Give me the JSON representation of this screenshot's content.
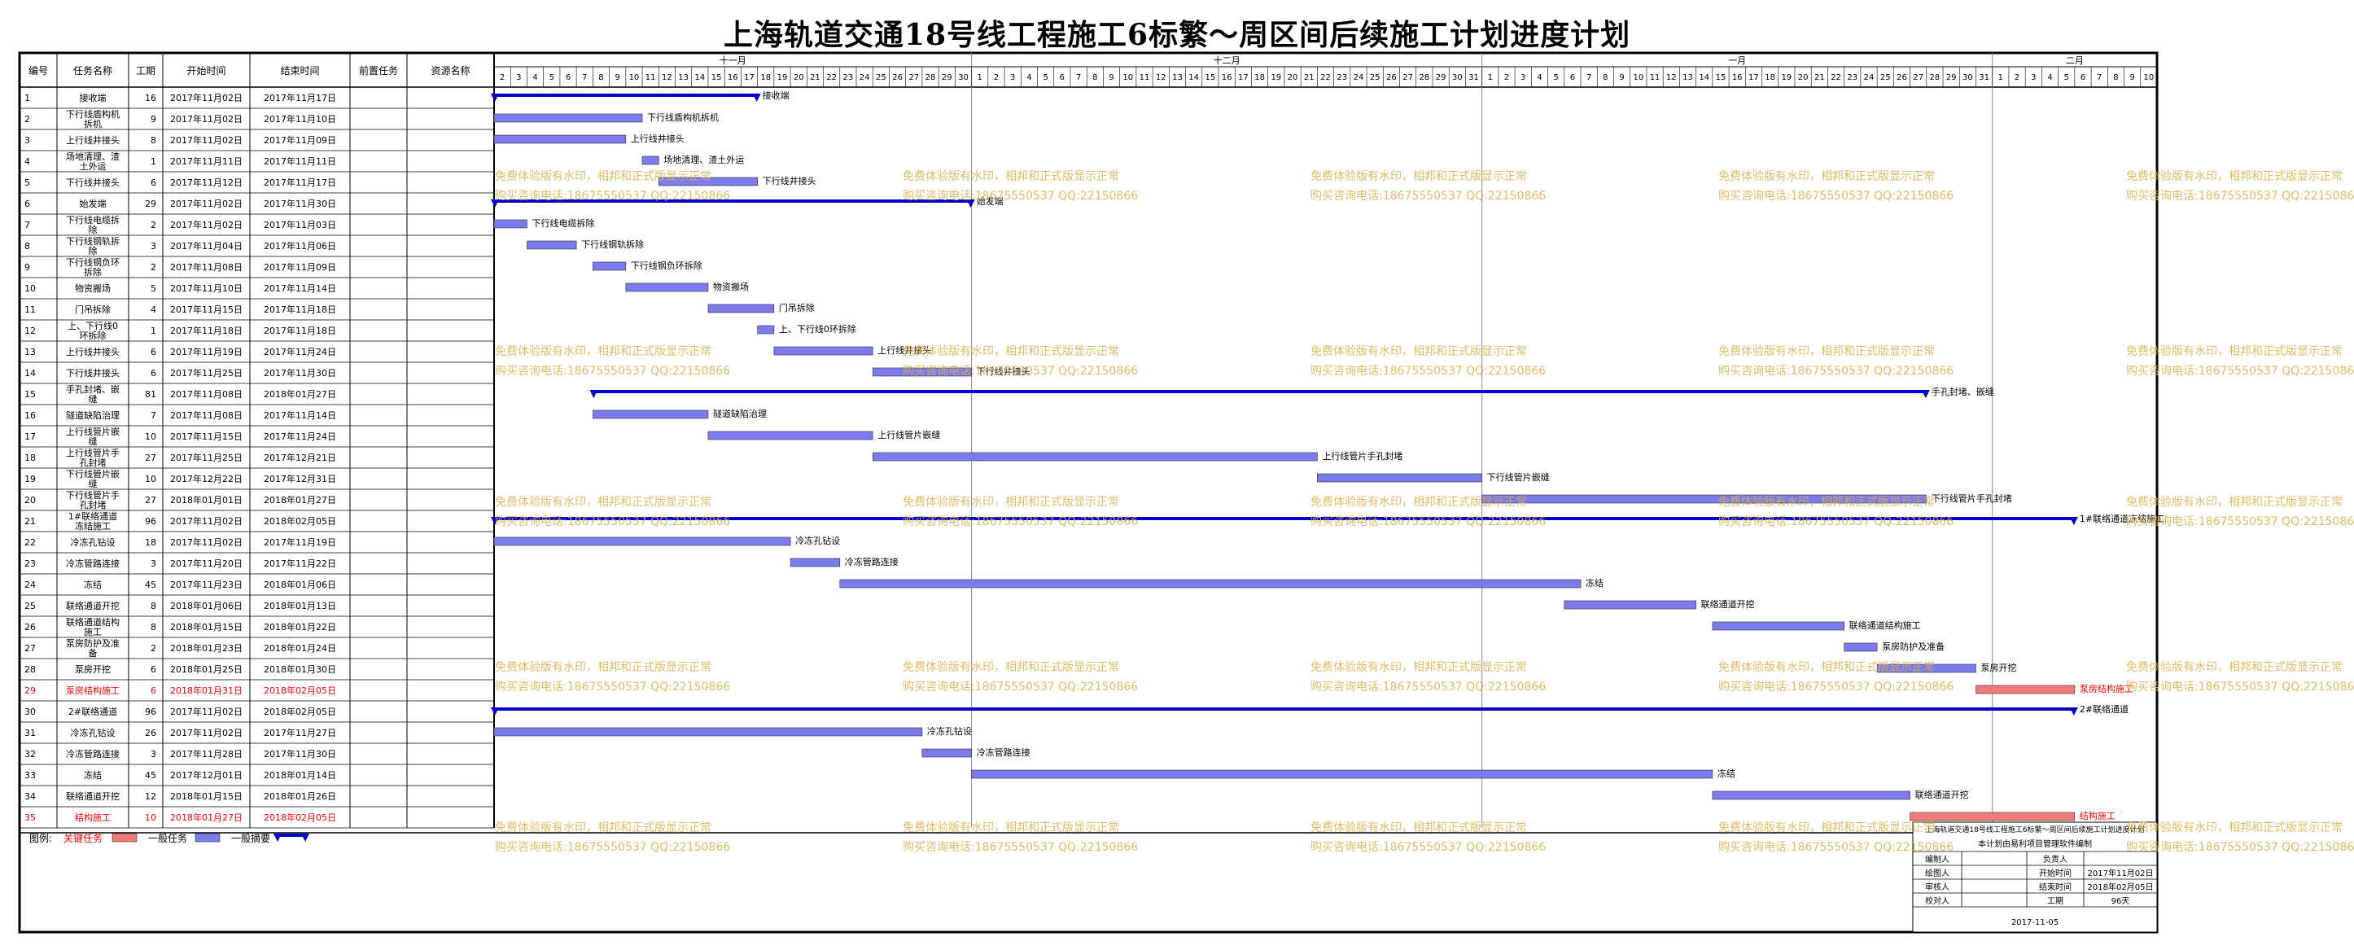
{
  "title": "上海轨道交通18号线工程施工6标繁～周区间后续施工计划进度计划",
  "table_headers": [
    "编号",
    "任务名称",
    "工期",
    "开始时间",
    "结束时间",
    "前置任务",
    "资源名称"
  ],
  "months": [
    {
      "label": "十一月",
      "start_day": 2,
      "days": 29
    },
    {
      "label": "十二月",
      "start_day": 1,
      "days": 31
    },
    {
      "label": "一月",
      "start_day": 1,
      "days": 31
    },
    {
      "label": "二月",
      "start_day": 1,
      "days": 10
    }
  ],
  "chart_data": {
    "type": "gantt",
    "title": "上海轨道交通18号线工程施工6标繁～周区间后续施工计划进度计划",
    "x_range": [
      "2017-11-02",
      "2018-02-10"
    ],
    "tasks": [
      {
        "id": "1",
        "name": "接收端",
        "duration": "16",
        "start": "2017年11月02日",
        "end": "2017年11月17日",
        "s": "2017-11-02",
        "e": "2017-11-17",
        "kind": "summary",
        "label": "接收端"
      },
      {
        "id": "2",
        "name": "下行线盾构机拆机",
        "duration": "9",
        "start": "2017年11月02日",
        "end": "2017年11月10日",
        "s": "2017-11-02",
        "e": "2017-11-10",
        "kind": "normal",
        "label": "下行线盾构机拆机"
      },
      {
        "id": "3",
        "name": "上行线井接头",
        "duration": "8",
        "start": "2017年11月02日",
        "end": "2017年11月09日",
        "s": "2017-11-02",
        "e": "2017-11-09",
        "kind": "normal",
        "label": "上行线井接头"
      },
      {
        "id": "4",
        "name": "场地清理、渣土外运",
        "duration": "1",
        "start": "2017年11月11日",
        "end": "2017年11月11日",
        "s": "2017-11-11",
        "e": "2017-11-11",
        "kind": "normal",
        "label": "场地清理、渣土外运"
      },
      {
        "id": "5",
        "name": "下行线井接头",
        "duration": "6",
        "start": "2017年11月12日",
        "end": "2017年11月17日",
        "s": "2017-11-12",
        "e": "2017-11-17",
        "kind": "normal",
        "label": "下行线井接头"
      },
      {
        "id": "6",
        "name": "始发端",
        "duration": "29",
        "start": "2017年11月02日",
        "end": "2017年11月30日",
        "s": "2017-11-02",
        "e": "2017-11-30",
        "kind": "summary",
        "label": "始发端"
      },
      {
        "id": "7",
        "name": "下行线电缆拆除",
        "duration": "2",
        "start": "2017年11月02日",
        "end": "2017年11月03日",
        "s": "2017-11-02",
        "e": "2017-11-03",
        "kind": "normal",
        "label": "下行线电缆拆除"
      },
      {
        "id": "8",
        "name": "下行线钢轨拆除",
        "duration": "3",
        "start": "2017年11月04日",
        "end": "2017年11月06日",
        "s": "2017-11-04",
        "e": "2017-11-06",
        "kind": "normal",
        "label": "下行线钢轨拆除"
      },
      {
        "id": "9",
        "name": "下行线钢负环拆除",
        "duration": "2",
        "start": "2017年11月08日",
        "end": "2017年11月09日",
        "s": "2017-11-08",
        "e": "2017-11-09",
        "kind": "normal",
        "label": "下行线钢负环拆除"
      },
      {
        "id": "10",
        "name": "物资搬场",
        "duration": "5",
        "start": "2017年11月10日",
        "end": "2017年11月14日",
        "s": "2017-11-10",
        "e": "2017-11-14",
        "kind": "normal",
        "label": "物资搬场"
      },
      {
        "id": "11",
        "name": "门吊拆除",
        "duration": "4",
        "start": "2017年11月15日",
        "end": "2017年11月18日",
        "s": "2017-11-15",
        "e": "2017-11-18",
        "kind": "normal",
        "label": "门吊拆除"
      },
      {
        "id": "12",
        "name": "上、下行线0环拆除",
        "duration": "1",
        "start": "2017年11月18日",
        "end": "2017年11月18日",
        "s": "2017-11-18",
        "e": "2017-11-18",
        "kind": "normal",
        "label": "上、下行线0环拆除"
      },
      {
        "id": "13",
        "name": "上行线井接头",
        "duration": "6",
        "start": "2017年11月19日",
        "end": "2017年11月24日",
        "s": "2017-11-19",
        "e": "2017-11-24",
        "kind": "normal",
        "label": "上行线井接头"
      },
      {
        "id": "14",
        "name": "下行线井接头",
        "duration": "6",
        "start": "2017年11月25日",
        "end": "2017年11月30日",
        "s": "2017-11-25",
        "e": "2017-11-30",
        "kind": "normal",
        "label": "下行线井接头"
      },
      {
        "id": "15",
        "name": "手孔封堵、嵌缝",
        "duration": "81",
        "start": "2017年11月08日",
        "end": "2018年01月27日",
        "s": "2017-11-08",
        "e": "2018-01-27",
        "kind": "summary",
        "label": "手孔封堵、嵌缝"
      },
      {
        "id": "16",
        "name": "隧道缺陷治理",
        "duration": "7",
        "start": "2017年11月08日",
        "end": "2017年11月14日",
        "s": "2017-11-08",
        "e": "2017-11-14",
        "kind": "normal",
        "label": "隧道缺陷治理"
      },
      {
        "id": "17",
        "name": "上行线管片嵌缝",
        "duration": "10",
        "start": "2017年11月15日",
        "end": "2017年11月24日",
        "s": "2017-11-15",
        "e": "2017-11-24",
        "kind": "normal",
        "label": "上行线管片嵌缝"
      },
      {
        "id": "18",
        "name": "上行线管片手孔封堵",
        "duration": "27",
        "start": "2017年11月25日",
        "end": "2017年12月21日",
        "s": "2017-11-25",
        "e": "2017-12-21",
        "kind": "normal",
        "label": "上行线管片手孔封堵"
      },
      {
        "id": "19",
        "name": "下行线管片嵌缝",
        "duration": "10",
        "start": "2017年12月22日",
        "end": "2017年12月31日",
        "s": "2017-12-22",
        "e": "2017-12-31",
        "kind": "normal",
        "label": "下行线管片嵌缝"
      },
      {
        "id": "20",
        "name": "下行线管片手孔封堵",
        "duration": "27",
        "start": "2018年01月01日",
        "end": "2018年01月27日",
        "s": "2018-01-01",
        "e": "2018-01-27",
        "kind": "normal",
        "label": "下行线管片手孔封堵"
      },
      {
        "id": "21",
        "name": "1#联络通道冻结施工",
        "duration": "96",
        "start": "2017年11月02日",
        "end": "2018年02月05日",
        "s": "2017-11-02",
        "e": "2018-02-05",
        "kind": "summary",
        "label": "1#联络通道冻结施工"
      },
      {
        "id": "22",
        "name": "冷冻孔钻设",
        "duration": "18",
        "start": "2017年11月02日",
        "end": "2017年11月19日",
        "s": "2017-11-02",
        "e": "2017-11-19",
        "kind": "normal",
        "label": "冷冻孔钻设"
      },
      {
        "id": "23",
        "name": "冷冻管路连接",
        "duration": "3",
        "start": "2017年11月20日",
        "end": "2017年11月22日",
        "s": "2017-11-20",
        "e": "2017-11-22",
        "kind": "normal",
        "label": "冷冻管路连接"
      },
      {
        "id": "24",
        "name": "冻结",
        "duration": "45",
        "start": "2017年11月23日",
        "end": "2018年01月06日",
        "s": "2017-11-23",
        "e": "2018-01-06",
        "kind": "normal",
        "label": "冻结"
      },
      {
        "id": "25",
        "name": "联络通道开挖",
        "duration": "8",
        "start": "2018年01月06日",
        "end": "2018年01月13日",
        "s": "2018-01-06",
        "e": "2018-01-13",
        "kind": "normal",
        "label": "联络通道开挖"
      },
      {
        "id": "26",
        "name": "联络通道结构施工",
        "duration": "8",
        "start": "2018年01月15日",
        "end": "2018年01月22日",
        "s": "2018-01-15",
        "e": "2018-01-22",
        "kind": "normal",
        "label": "联络通道结构施工"
      },
      {
        "id": "27",
        "name": "泵房防护及准备",
        "duration": "2",
        "start": "2018年01月23日",
        "end": "2018年01月24日",
        "s": "2018-01-23",
        "e": "2018-01-24",
        "kind": "normal",
        "label": "泵房防护及准备"
      },
      {
        "id": "28",
        "name": "泵房开挖",
        "duration": "6",
        "start": "2018年01月25日",
        "end": "2018年01月30日",
        "s": "2018-01-25",
        "e": "2018-01-30",
        "kind": "normal",
        "label": "泵房开挖"
      },
      {
        "id": "29",
        "name": "泵房结构施工",
        "duration": "6",
        "start": "2018年01月31日",
        "end": "2018年02月05日",
        "s": "2018-01-31",
        "e": "2018-02-05",
        "kind": "critical",
        "label": "泵房结构施工"
      },
      {
        "id": "30",
        "name": "2#联络通道",
        "duration": "96",
        "start": "2017年11月02日",
        "end": "2018年02月05日",
        "s": "2017-11-02",
        "e": "2018-02-05",
        "kind": "summary",
        "label": "2#联络通道"
      },
      {
        "id": "31",
        "name": "冷冻孔钻设",
        "duration": "26",
        "start": "2017年11月02日",
        "end": "2017年11月27日",
        "s": "2017-11-02",
        "e": "2017-11-27",
        "kind": "normal",
        "label": "冷冻孔钻设"
      },
      {
        "id": "32",
        "name": "冷冻管路连接",
        "duration": "3",
        "start": "2017年11月28日",
        "end": "2017年11月30日",
        "s": "2017-11-28",
        "e": "2017-11-30",
        "kind": "normal",
        "label": "冷冻管路连接"
      },
      {
        "id": "33",
        "name": "冻结",
        "duration": "45",
        "start": "2017年12月01日",
        "end": "2018年01月14日",
        "s": "2017-12-01",
        "e": "2018-01-14",
        "kind": "normal",
        "label": "冻结"
      },
      {
        "id": "34",
        "name": "联络通道开挖",
        "duration": "12",
        "start": "2018年01月15日",
        "end": "2018年01月26日",
        "s": "2018-01-15",
        "e": "2018-01-26",
        "kind": "normal",
        "label": "联络通道开挖"
      },
      {
        "id": "35",
        "name": "结构施工",
        "duration": "10",
        "start": "2018年01月27日",
        "end": "2018年02月05日",
        "s": "2018-01-27",
        "e": "2018-02-05",
        "kind": "critical",
        "label": "结构施工"
      }
    ]
  },
  "legend": {
    "title": "图例:",
    "critical": "关键任务",
    "normal": "一般任务",
    "summary": "一般摘要"
  },
  "colors": {
    "normal": "#7b7bee",
    "critical": "#f07a7a",
    "summary": "#0000cc",
    "critical_text": "#ff0000",
    "watermark": "#d9b14a"
  },
  "watermark": {
    "line1": "免费体验版有水印，相邦和正式版显示正常",
    "line2": "购买咨询电话:18675550537 QQ:22150866"
  },
  "info_box": {
    "project": "上海轨道交通18号线工程施工6标繁～周区间后续施工计划进度计划",
    "note": "本计划由易利项目管理软件编制",
    "rows": [
      [
        "编制人",
        "",
        "负责人",
        ""
      ],
      [
        "绘图人",
        "",
        "开始时间",
        "2017年11月02日"
      ],
      [
        "审核人",
        "",
        "结束时间",
        "2018年02月05日"
      ],
      [
        "校对人",
        "",
        "工期",
        "96天"
      ]
    ],
    "date": "2017-11-05"
  }
}
